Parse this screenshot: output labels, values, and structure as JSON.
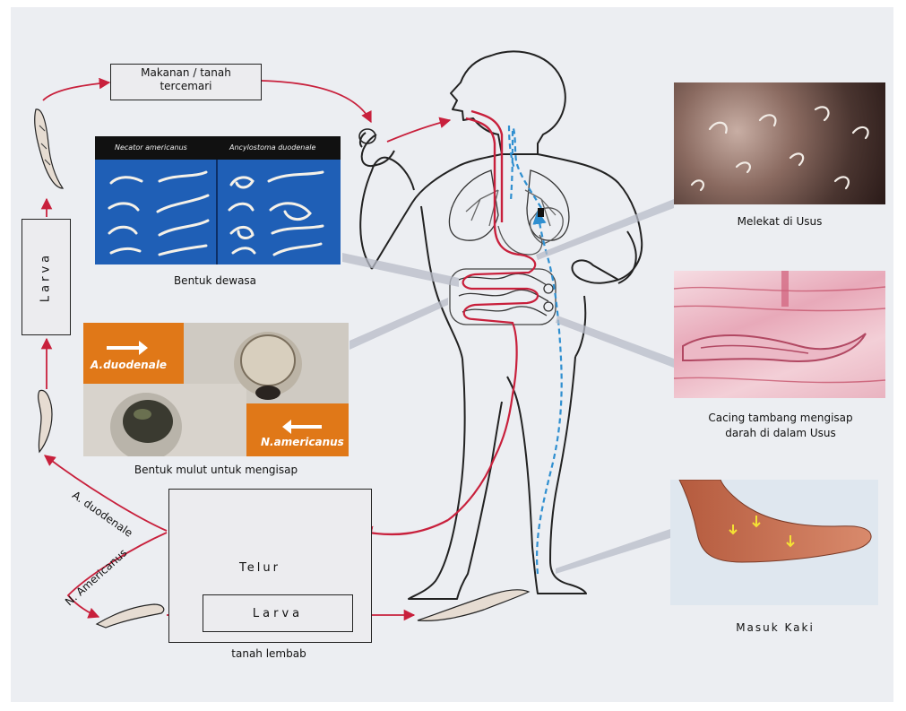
{
  "labels": {
    "food_box": [
      "Makanan / tanah",
      "tercemari"
    ],
    "larva_vertical": "Larva",
    "species_a": "A. duodenale",
    "species_n": "N. Americanus",
    "adult_form": "Bentuk dewasa",
    "adult_panel_left": "Necator americanus",
    "adult_panel_right": "Ancylostoma duodenale",
    "mouth_form": "Bentuk mulut untuk mengisap",
    "mouth_a": "A.duodenale",
    "mouth_n": "N.americanus",
    "egg": "Telur",
    "larva_bottom": "Larva",
    "moist_soil": "tanah lembab",
    "attached": "Melekat di Usus",
    "sucking": [
      "Cacing tambang mengisap",
      "darah di dalam Usus"
    ],
    "foot_entry": "Masuk Kaki"
  },
  "colors": {
    "arrow_red": "#c8203c",
    "path_blue": "#2f8fd0",
    "adult_panel_bg": "#1f5fb6",
    "mouth_panel_orange": "#e07818"
  }
}
